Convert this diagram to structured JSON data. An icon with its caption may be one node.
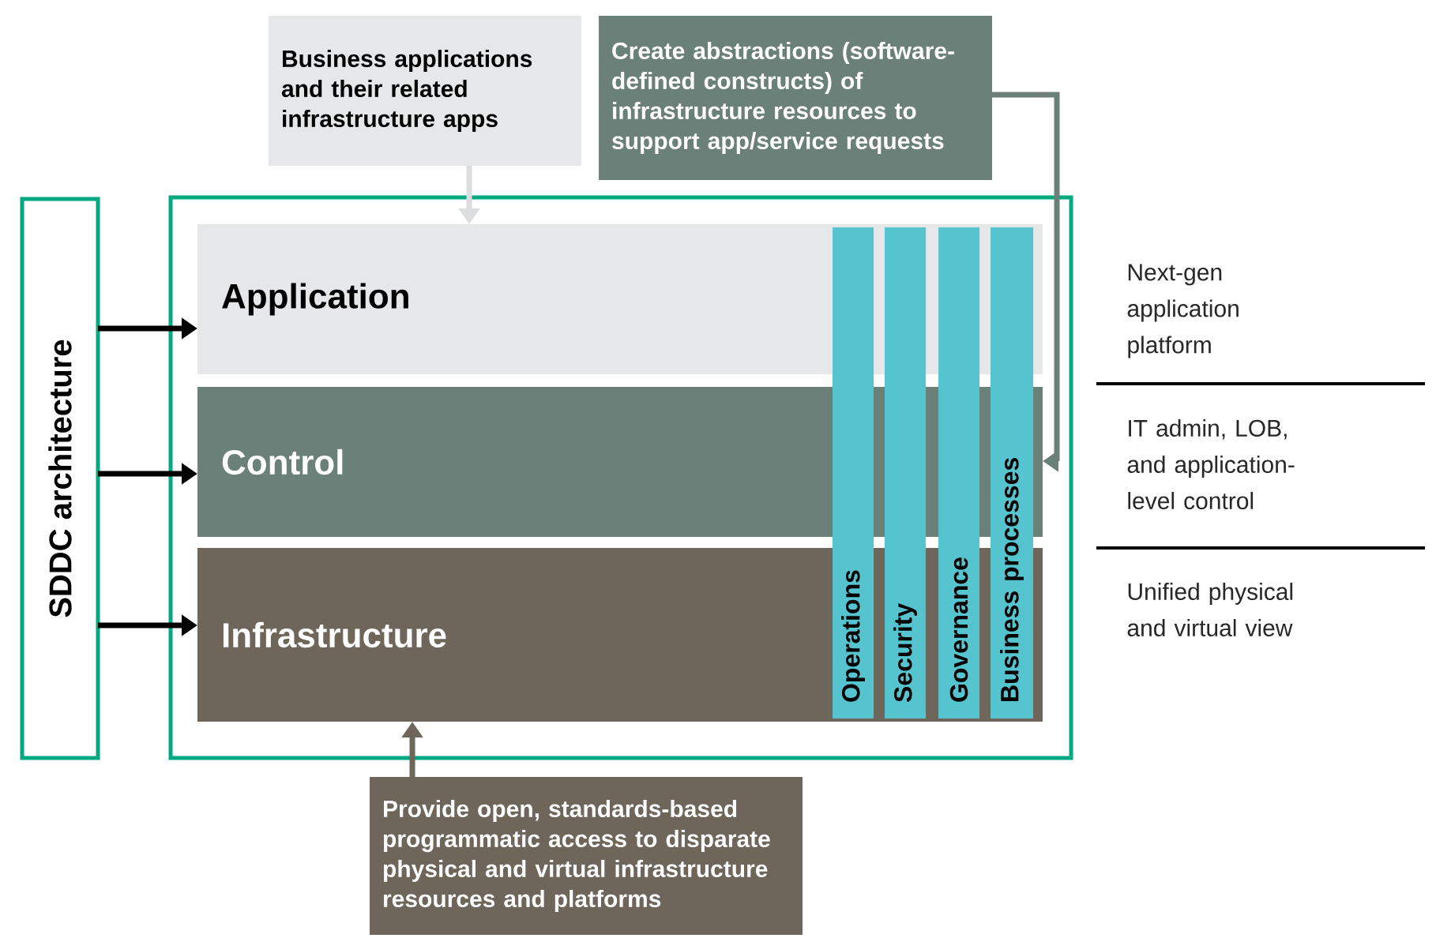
{
  "diagram": {
    "nodes": [
      {
        "text": [
          "SDDC architecture"
        ]
      },
      {
        "text": [],
        "shape": "box"
      },
      {
        "text": [
          "Application"
        ],
        "in": 1
      },
      {
        "text": [
          "Control"
        ],
        "in": 1
      },
      {
        "text": [
          "Infrastructure"
        ],
        "in": 1
      },
      {
        "text": [
          "Operations"
        ],
        "in": 1
      },
      {
        "text": [
          "Security"
        ],
        "in": 1
      },
      {
        "text": [
          "Governance"
        ],
        "in": 1
      },
      {
        "text": [
          "Business processes"
        ],
        "in": 1
      },
      {
        "text": [
          "Business applications and their related infrastructure apps"
        ]
      },
      {
        "text": [
          "Create abstractions (software-defined constructs) of infrastructure resources to support app/service requests"
        ]
      },
      {
        "text": [
          "Provide open, standards-based programmatic access to disparate physical and virtual infrastructure resources and platforms"
        ]
      }
    ],
    "edges": [
      {
        "from": 0,
        "to": 2,
        "arrow": "to"
      },
      {
        "from": 0,
        "to": 3,
        "arrow": "to"
      },
      {
        "from": 0,
        "to": 4,
        "arrow": "to"
      },
      {
        "from": 9,
        "to": 2,
        "arrow": "to",
        "color": "#dcdddf"
      },
      {
        "from": 10,
        "to": 3,
        "arrow": "to",
        "color": "#6b8079"
      },
      {
        "from": 11,
        "to": 4,
        "arrow": "to",
        "color": "#6e655b"
      }
    ],
    "labels": [
      "Next-gen application platform",
      "IT admin, LOB, and application-level control",
      "Unified physical and virtual view"
    ]
  }
}
